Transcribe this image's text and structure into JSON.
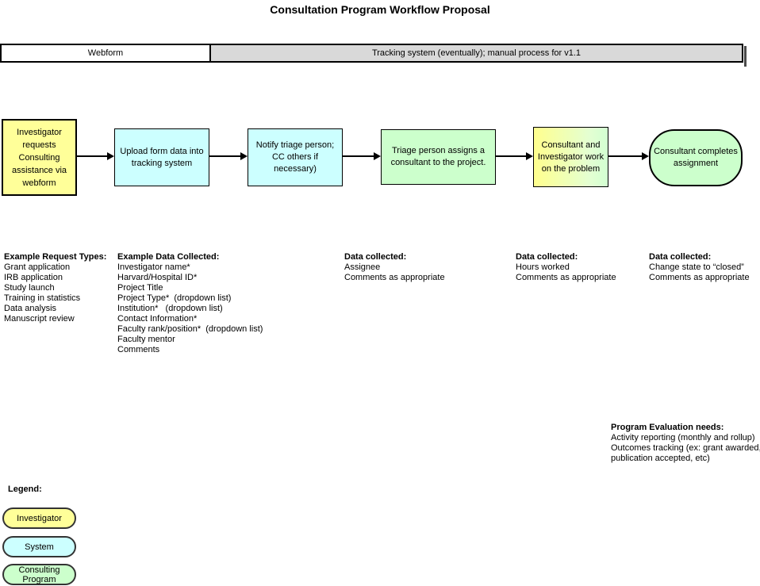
{
  "title": "Consultation Program Workflow Proposal",
  "lane_header": {
    "webform_label": "Webform",
    "tracking_label": "Tracking system (eventually); manual process for v1.1"
  },
  "flow_steps": [
    {
      "label": "Investigator requests Consulting assistance via webform",
      "actor": "investigator"
    },
    {
      "label": "Upload form data into tracking system",
      "actor": "system"
    },
    {
      "label": "Notify triage person; CC others if necessary)",
      "actor": "system"
    },
    {
      "label": "Triage person assigns a consultant to the project.",
      "actor": "consulting-program"
    },
    {
      "label": "Consultant and Investigator work on the problem",
      "actor": "investigator+consulting-program"
    },
    {
      "label": "Consultant completes assignment",
      "actor": "consulting-program"
    }
  ],
  "notes": [
    {
      "heading": "Example Request Types:",
      "items": [
        "Grant application",
        "IRB application",
        "Study launch",
        "Training in statistics",
        "Data analysis",
        "Manuscript review"
      ]
    },
    {
      "heading": "Example Data Collected:",
      "items": [
        "Investigator name*",
        "Harvard/Hospital ID*",
        "Project Title",
        "Project Type*  (dropdown list)",
        "Institution*   (dropdown list)",
        "Contact Information*",
        "Faculty rank/position*  (dropdown list)",
        "Faculty mentor",
        "Comments"
      ]
    },
    {
      "heading": "Data collected:",
      "items": [
        "Assignee",
        "Comments as appropriate"
      ]
    },
    {
      "heading": "Data collected:",
      "items": [
        "Hours worked",
        "Comments as appropriate"
      ]
    },
    {
      "heading": "Data collected:",
      "items": [
        "Change state to “closed”",
        "Comments as appropriate"
      ]
    }
  ],
  "program_evaluation": {
    "heading": "Program Evaluation needs:",
    "items": [
      "Activity reporting (monthly and rollup)",
      "Outcomes tracking (ex: grant awarded,",
      "publication accepted, etc)"
    ]
  },
  "legend": {
    "heading": "Legend:",
    "items": [
      {
        "label": "Investigator",
        "color": "#ffff99"
      },
      {
        "label": "System",
        "color": "#ccffff"
      },
      {
        "label": "Consulting Program",
        "color": "#ccffcc"
      }
    ]
  },
  "colors": {
    "investigator_fill": "#ffff99",
    "system_fill": "#ccffff",
    "consulting_program_fill": "#ccffcc",
    "lane_tracking_fill": "#d9d9d9",
    "border": "#000000"
  }
}
